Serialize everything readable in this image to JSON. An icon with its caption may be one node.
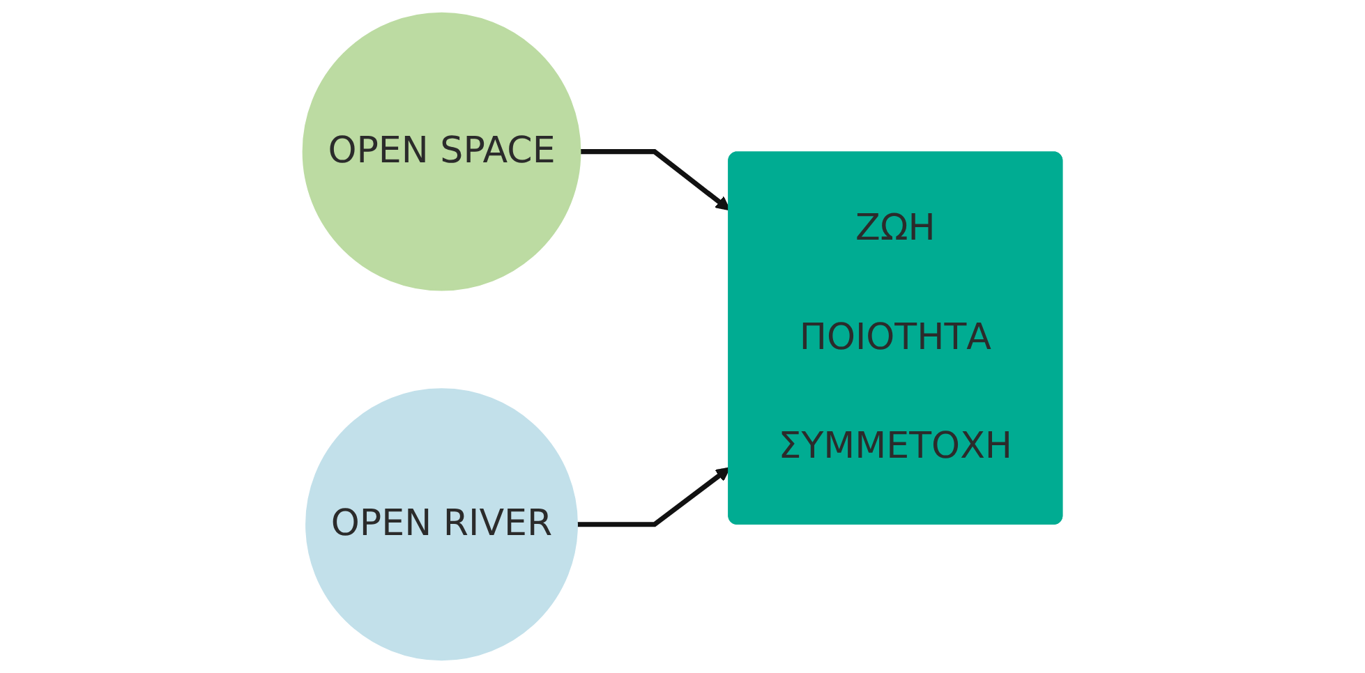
{
  "diagram": {
    "nodes": [
      {
        "text": [
          "OPEN SPACE"
        ]
      },
      {
        "text": [
          "ΖΩΗ",
          "ΠΟΙΟΤΗΤΑ",
          "ΣΥΜΜΕΤΟΧΗ"
        ]
      },
      {
        "text": [
          "OPEN RIVER"
        ]
      }
    ],
    "edges": [
      {
        "from": 0,
        "to": 1,
        "arrow": "to"
      },
      {
        "from": 2,
        "to": 1,
        "arrow": "to"
      }
    ]
  }
}
